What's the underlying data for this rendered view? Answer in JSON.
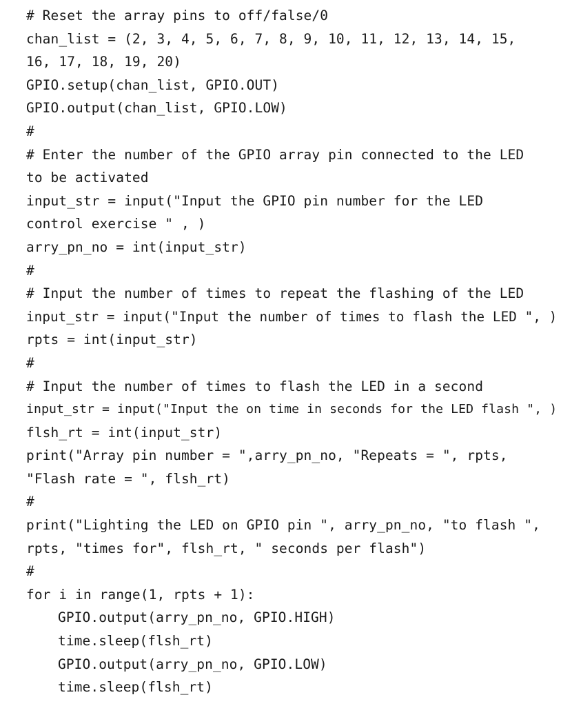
{
  "code": {
    "lines": [
      "# Reset the array pins to off/false/0",
      "chan_list = (2, 3, 4, 5, 6, 7, 8, 9, 10, 11, 12, 13, 14, 15,",
      "16, 17, 18, 19, 20)",
      "GPIO.setup(chan_list, GPIO.OUT)",
      "GPIO.output(chan_list, GPIO.LOW)",
      "#",
      "# Enter the number of the GPIO array pin connected to the LED",
      "to be activated",
      "input_str = input(\"Input the GPIO pin number for the LED",
      "control exercise \" , )",
      "arry_pn_no = int(input_str)",
      "#",
      "# Input the number of times to repeat the flashing of the LED",
      "input_str = input(\"Input the number of times to flash the LED \", )",
      "rpts = int(input_str)",
      "#",
      "# Input the number of times to flash the LED in a second",
      "input_str = input(\"Input the on time in seconds for the LED flash \", )",
      "flsh_rt = int(input_str)",
      "print(\"Array pin number = \",arry_pn_no, \"Repeats = \", rpts,",
      "\"Flash rate = \", flsh_rt)",
      "#",
      "print(\"Lighting the LED on GPIO pin \", arry_pn_no, \"to flash \",",
      "rpts, \"times for\", flsh_rt, \" seconds per flash\")",
      "#",
      "for i in range(1, rpts + 1):",
      "GPIO.output(arry_pn_no, GPIO.HIGH)",
      "time.sleep(flsh_rt)",
      "GPIO.output(arry_pn_no, GPIO.LOW)",
      "time.sleep(flsh_rt)"
    ]
  }
}
